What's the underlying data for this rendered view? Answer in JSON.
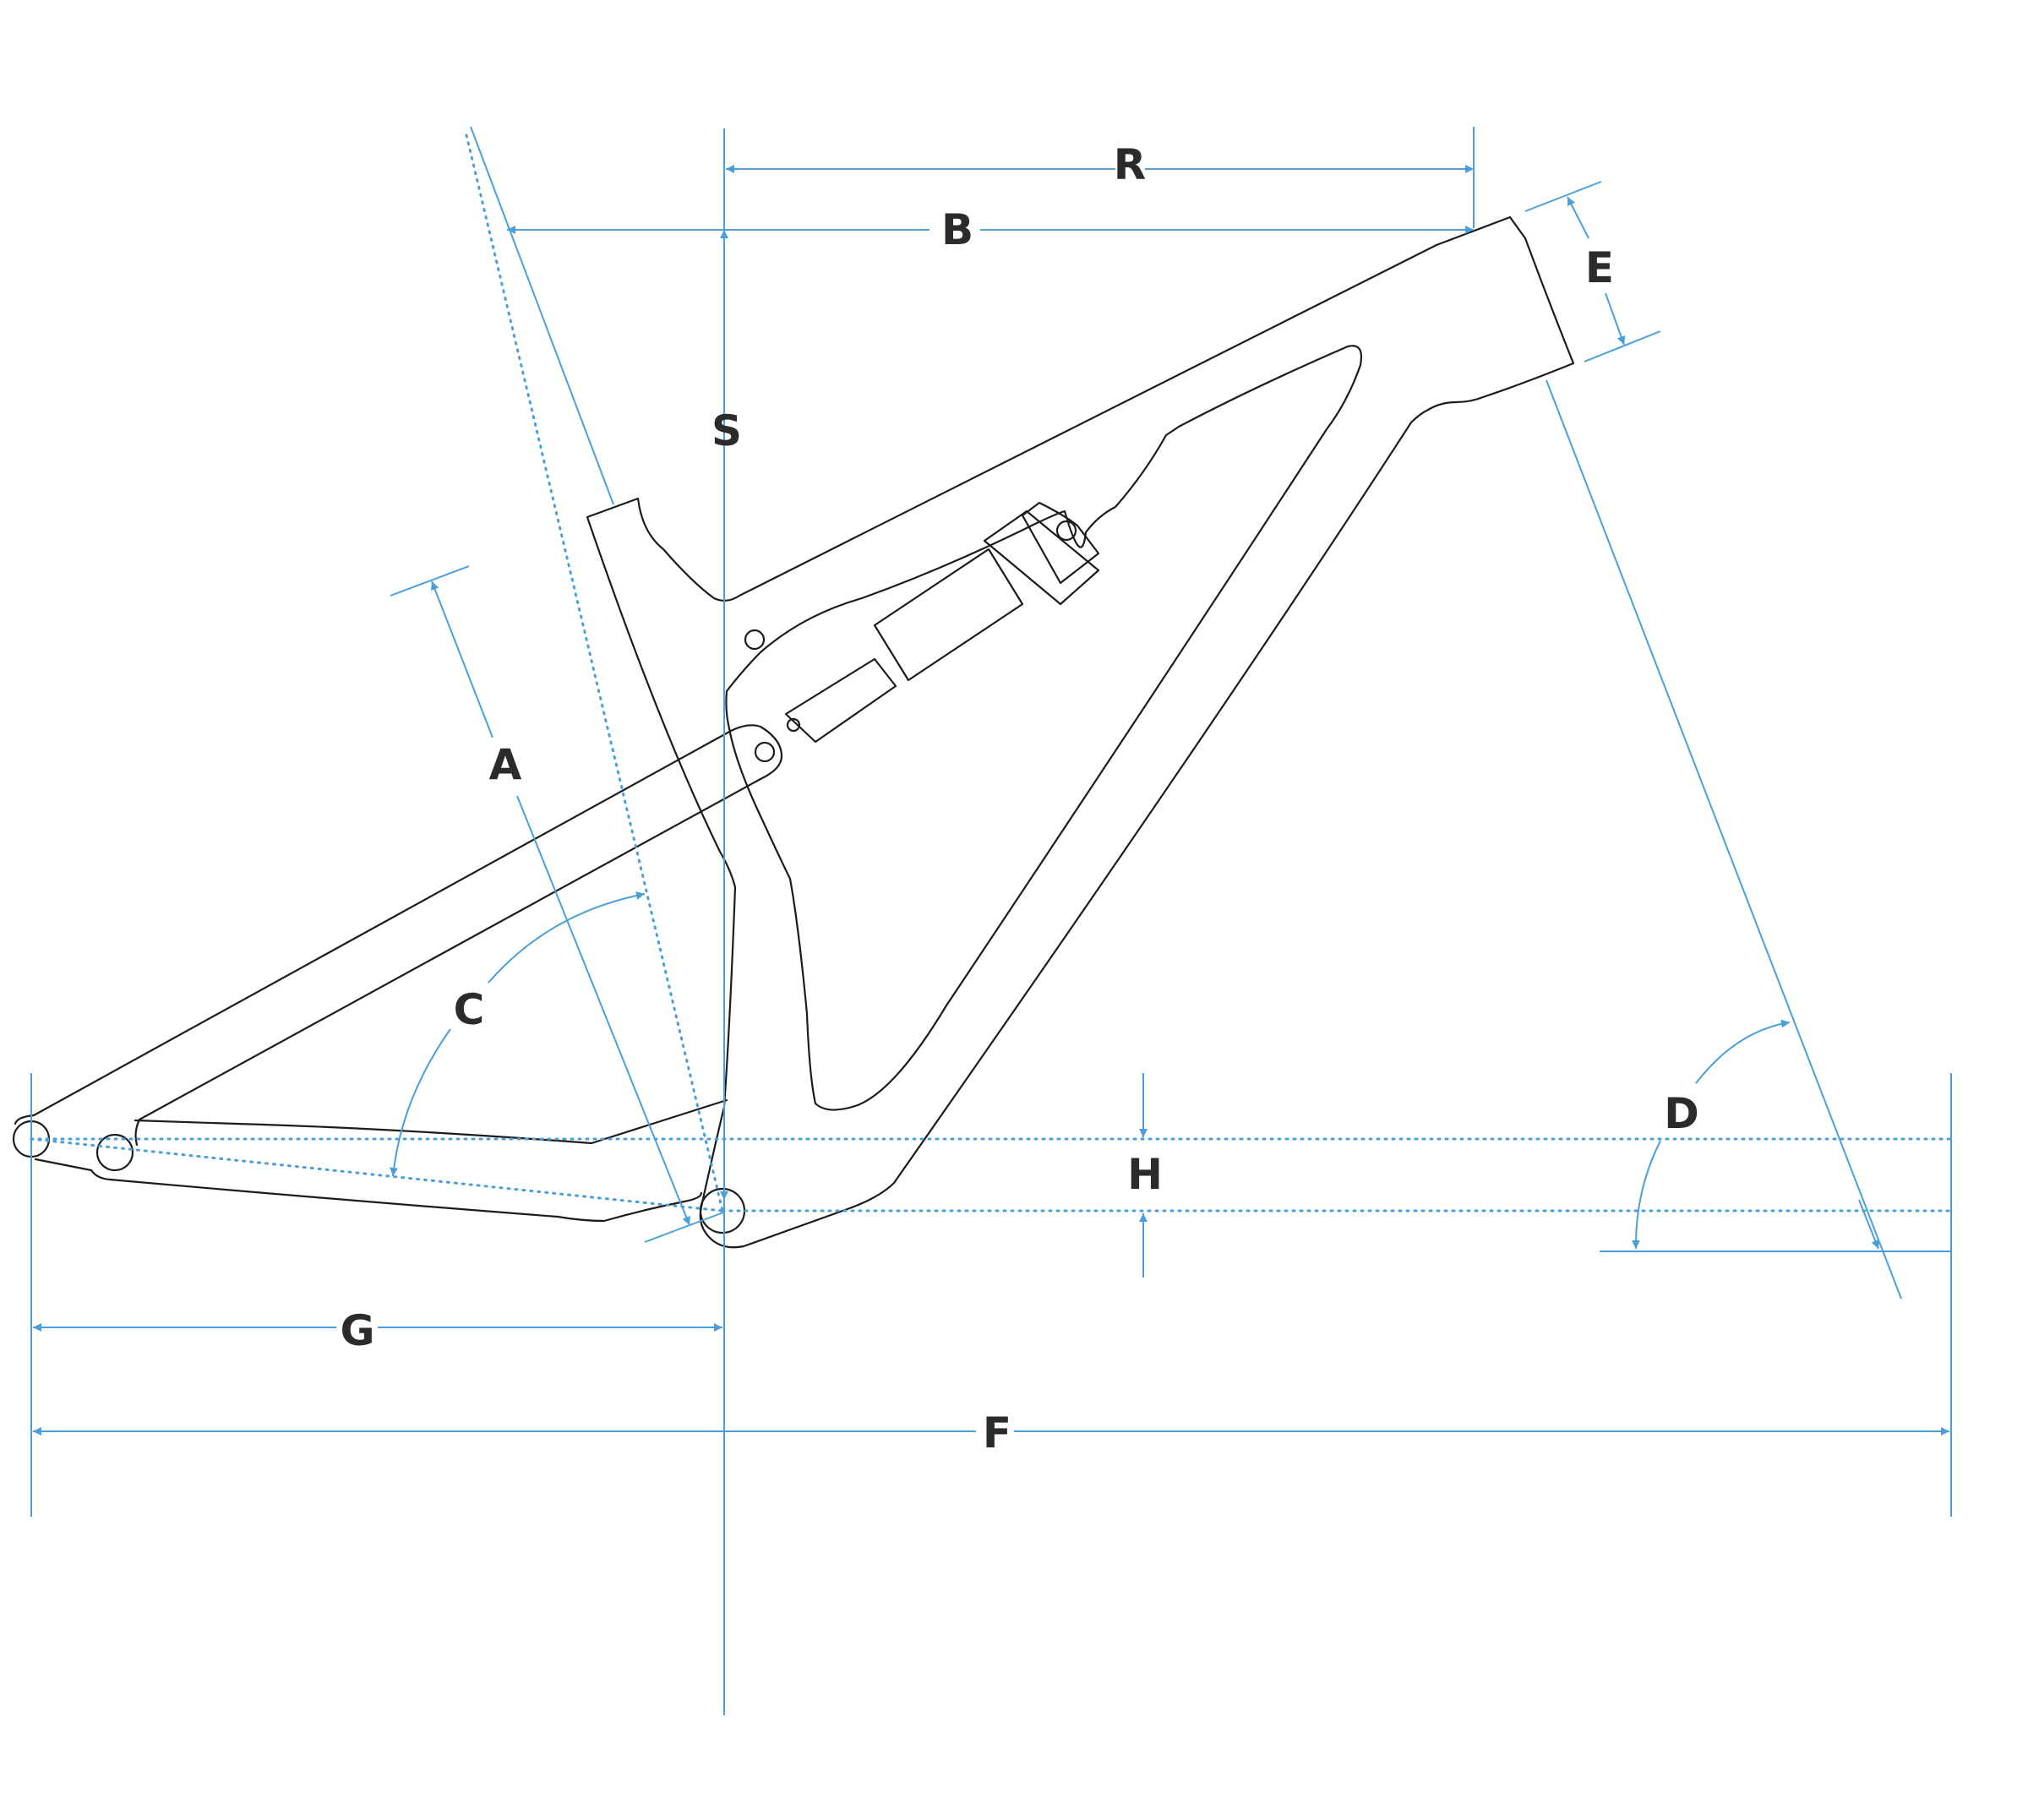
{
  "colors": {
    "dimension": "#4a9fd8",
    "frame": "#1c1c1c",
    "label": "#2b2b2b",
    "background": "#ffffff"
  },
  "labels": {
    "R": "R",
    "B": "B",
    "E": "E",
    "S": "S",
    "A": "A",
    "C": "C",
    "D": "D",
    "H": "H",
    "G": "G",
    "F": "F"
  }
}
